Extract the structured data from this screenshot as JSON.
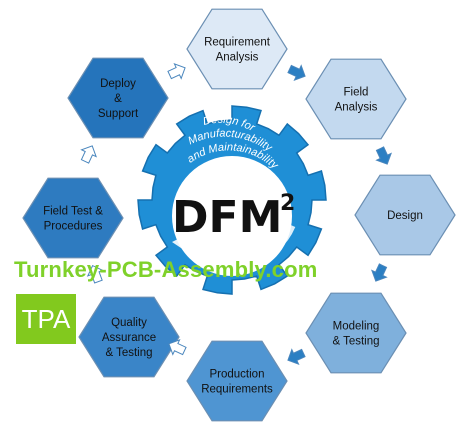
{
  "stages": [
    {
      "id": "requirement-analysis",
      "lines": [
        "Requirement",
        "Analysis"
      ],
      "fill": "#dde9f6"
    },
    {
      "id": "field-analysis",
      "lines": [
        "Field",
        "Analysis"
      ],
      "fill": "#c3d9ef"
    },
    {
      "id": "design",
      "lines": [
        "Design"
      ],
      "fill": "#a9c8e7"
    },
    {
      "id": "modeling-testing",
      "lines": [
        "Modeling",
        "& Testing"
      ],
      "fill": "#7fb0dc"
    },
    {
      "id": "production-requirements",
      "lines": [
        "Production",
        "Requirements"
      ],
      "fill": "#4f95d2"
    },
    {
      "id": "quality-assurance",
      "lines": [
        "Quality",
        "Assurance",
        "& Testing"
      ],
      "fill": "#3a85c8"
    },
    {
      "id": "field-test",
      "lines": [
        "Field Test &",
        "Procedures"
      ],
      "fill": "#2e7bc0"
    },
    {
      "id": "deploy-support",
      "lines": [
        "Deploy",
        "&",
        "Support"
      ],
      "fill": "#2574bb"
    }
  ],
  "gear": {
    "arc_line1": "Design for",
    "arc_line2": "Manufacturability",
    "arc_line3": "and Maintainability",
    "title": "DFM",
    "superscript": "2",
    "color": "#1f8fd6"
  },
  "watermark": {
    "text": "Turnkey-PCB-Assembly.com",
    "badge": "TPA",
    "color": "#7fd12a"
  }
}
